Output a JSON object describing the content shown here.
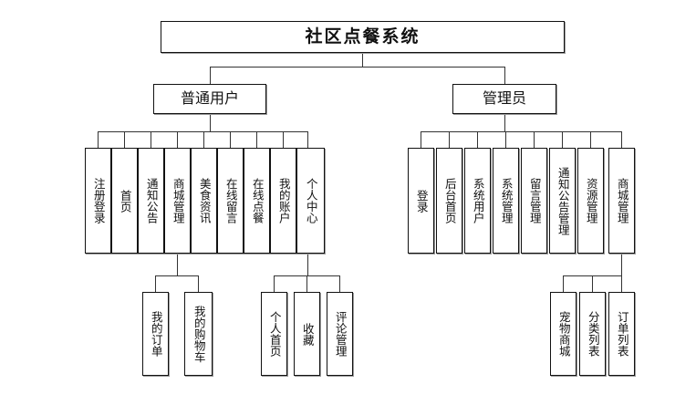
{
  "diagram": {
    "type": "tree-hierarchy",
    "title": "社区点餐系统",
    "root": {
      "label": "社区点餐系统"
    },
    "branches": [
      {
        "key": "user",
        "label": "普通用户",
        "children": [
          {
            "label": "注册登录"
          },
          {
            "label": "首页"
          },
          {
            "label": "通知公告"
          },
          {
            "label": "商城管理",
            "children": [
              {
                "label": "我的订单"
              },
              {
                "label": "我的购物车"
              }
            ]
          },
          {
            "label": "美食资讯"
          },
          {
            "label": "在线留言"
          },
          {
            "label": "在线点餐"
          },
          {
            "label": "我的账户"
          },
          {
            "label": "个人中心",
            "children": [
              {
                "label": "个人首页"
              },
              {
                "label": "收藏"
              },
              {
                "label": "评论管理"
              }
            ]
          }
        ]
      },
      {
        "key": "admin",
        "label": "管理员",
        "children": [
          {
            "label": "登录"
          },
          {
            "label": "后台首页"
          },
          {
            "label": "系统用户"
          },
          {
            "label": "系统管理"
          },
          {
            "label": "留言管理"
          },
          {
            "label": "通知公告管理"
          },
          {
            "label": "资源管理"
          },
          {
            "label": "商城管理",
            "children": [
              {
                "label": "宠物商城"
              },
              {
                "label": "分类列表"
              },
              {
                "label": "订单列表"
              }
            ]
          }
        ]
      }
    ],
    "colors": {
      "line": "#333333",
      "border": "#111111",
      "background": "#ffffff",
      "text": "#111111",
      "shadow": "#9a9a9a"
    }
  }
}
